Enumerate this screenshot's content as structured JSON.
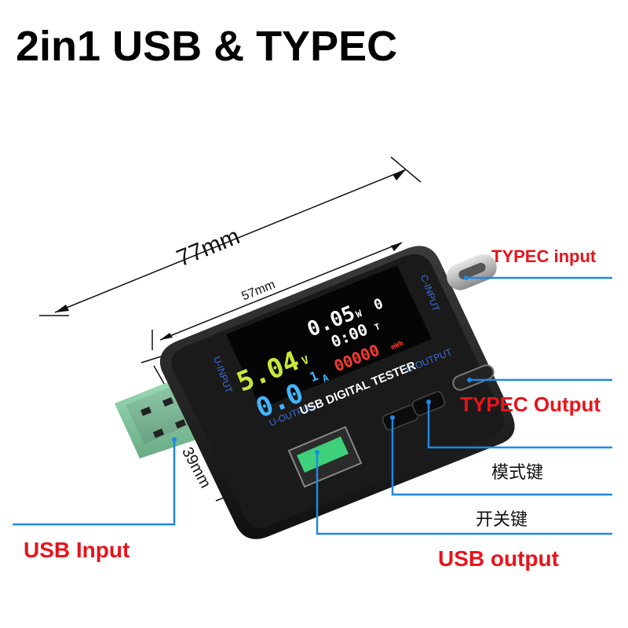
{
  "title": "2in1 USB & TYPEC",
  "dimensions": {
    "overall": "77mm",
    "body": "57mm",
    "height": "39mm"
  },
  "callouts": {
    "typec_input": "TYPEC input",
    "typec_output": "TYPEC Output",
    "mode_key": "模式键",
    "power_key": "开关键",
    "usb_input": "USB Input",
    "usb_output": "USB output"
  },
  "device": {
    "ports": {
      "u_input": "U-INPUT",
      "c_input": "C-INPUT",
      "c_output": "C-OUTPUT",
      "u_output": "U-OUTPUT"
    },
    "screen": {
      "voltage": "5.04",
      "voltage_unit": "V",
      "power": "0.05",
      "power_unit": "W",
      "counter": "0",
      "time": "0:00",
      "time_unit": "T",
      "current": "0.0",
      "current_prefix": "1",
      "current_unit": "A",
      "energy": "00000",
      "energy_unit": "mWh",
      "label": "USB DIGITAL TESTER"
    }
  },
  "colors": {
    "callout_red": "#e8141b",
    "leader_blue": "#1e88e5",
    "screen_green": "#c8e83a",
    "screen_white": "#ffffff",
    "screen_blue": "#43b4ff",
    "screen_red": "#ff3b2f",
    "usb_green": "#3ed07a"
  }
}
